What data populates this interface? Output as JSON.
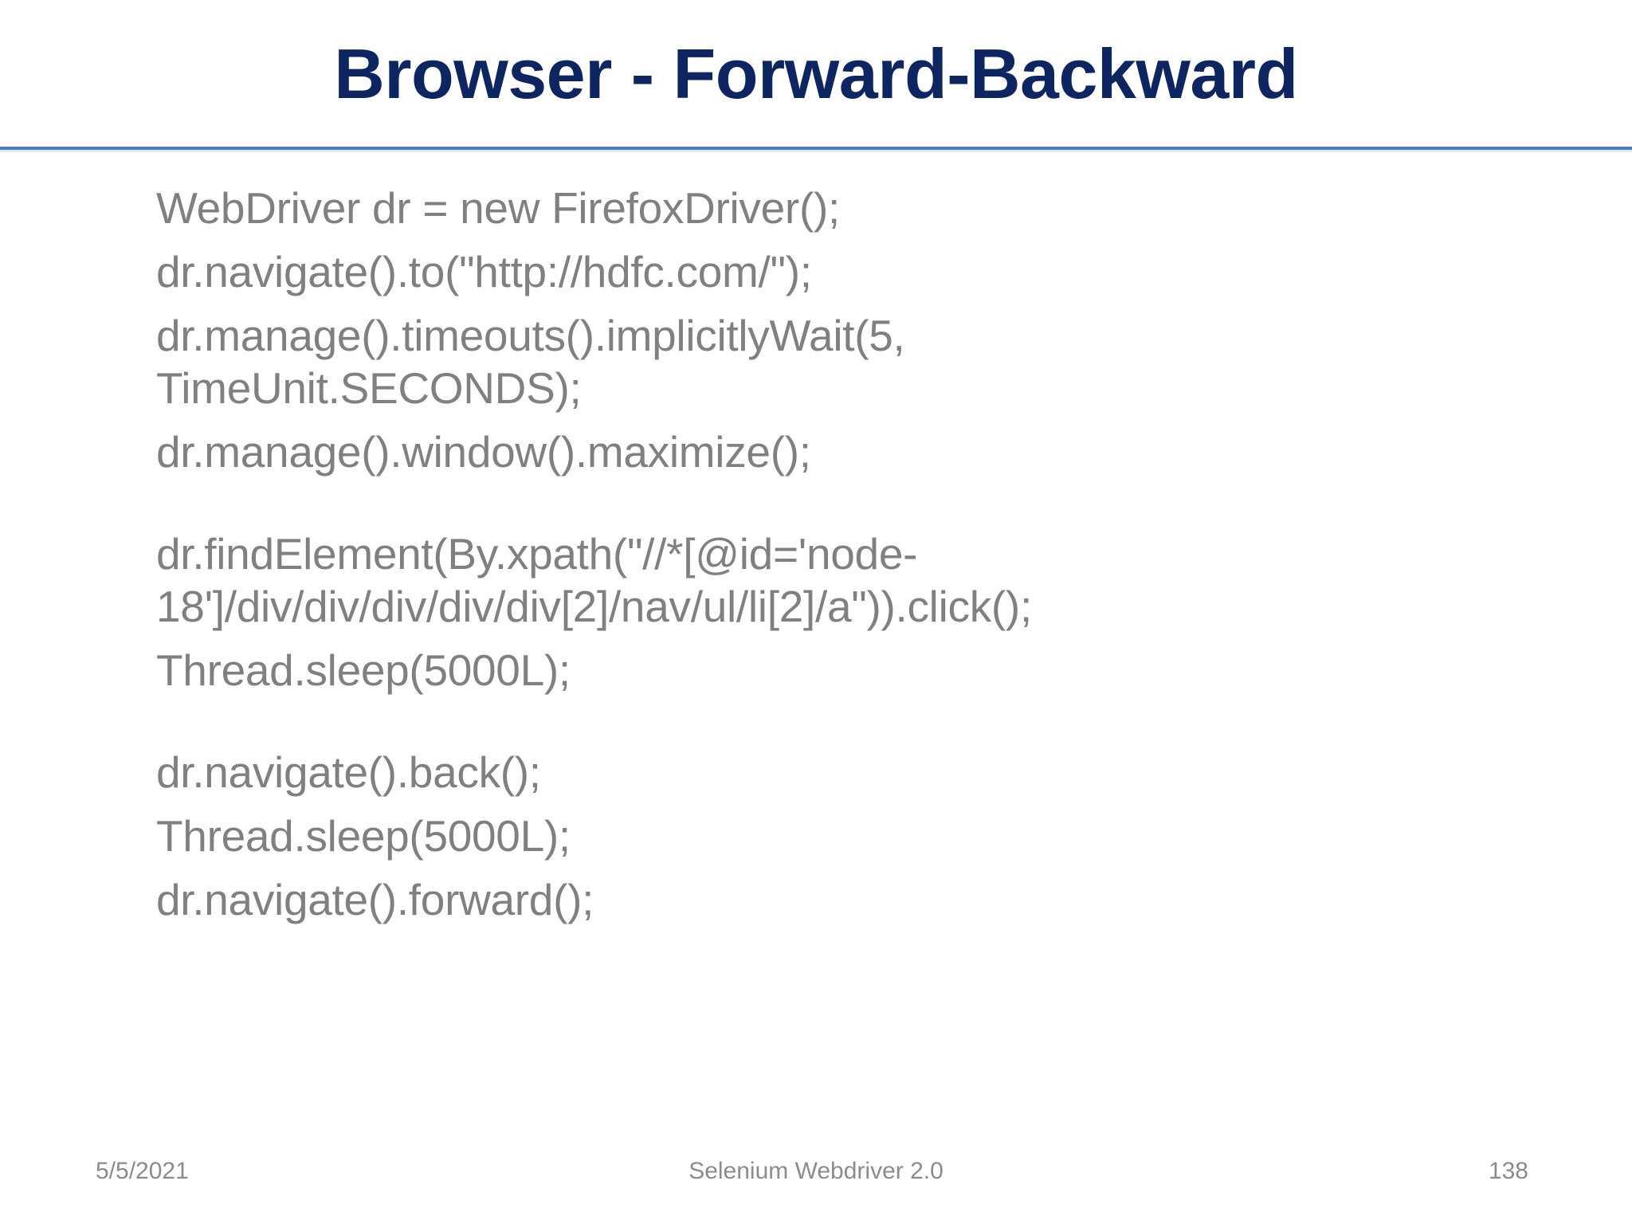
{
  "slide": {
    "title": "Browser - Forward-Backward",
    "title_color": "#0d2560",
    "rule_color": "#4a7ebb",
    "body_color": "#808080",
    "background_color": "#ffffff"
  },
  "body": {
    "lines": [
      "WebDriver dr = new FirefoxDriver();",
      "dr.navigate().to(\"http://hdfc.com/\");",
      "dr.manage().timeouts().implicitlyWait(5, TimeUnit.SECONDS);",
      "dr.manage().window().maximize();",
      "dr.findElement(By.xpath(\"//*[@id='node-18']/div/div/div/div/div[2]/nav/ul/li[2]/a\")).click();",
      "Thread.sleep(5000L);",
      "dr.navigate().back();",
      "Thread.sleep(5000L);",
      "dr.navigate().forward();"
    ]
  },
  "footer": {
    "date": "5/5/2021",
    "center": "Selenium Webdriver 2.0",
    "page_number": "138"
  }
}
